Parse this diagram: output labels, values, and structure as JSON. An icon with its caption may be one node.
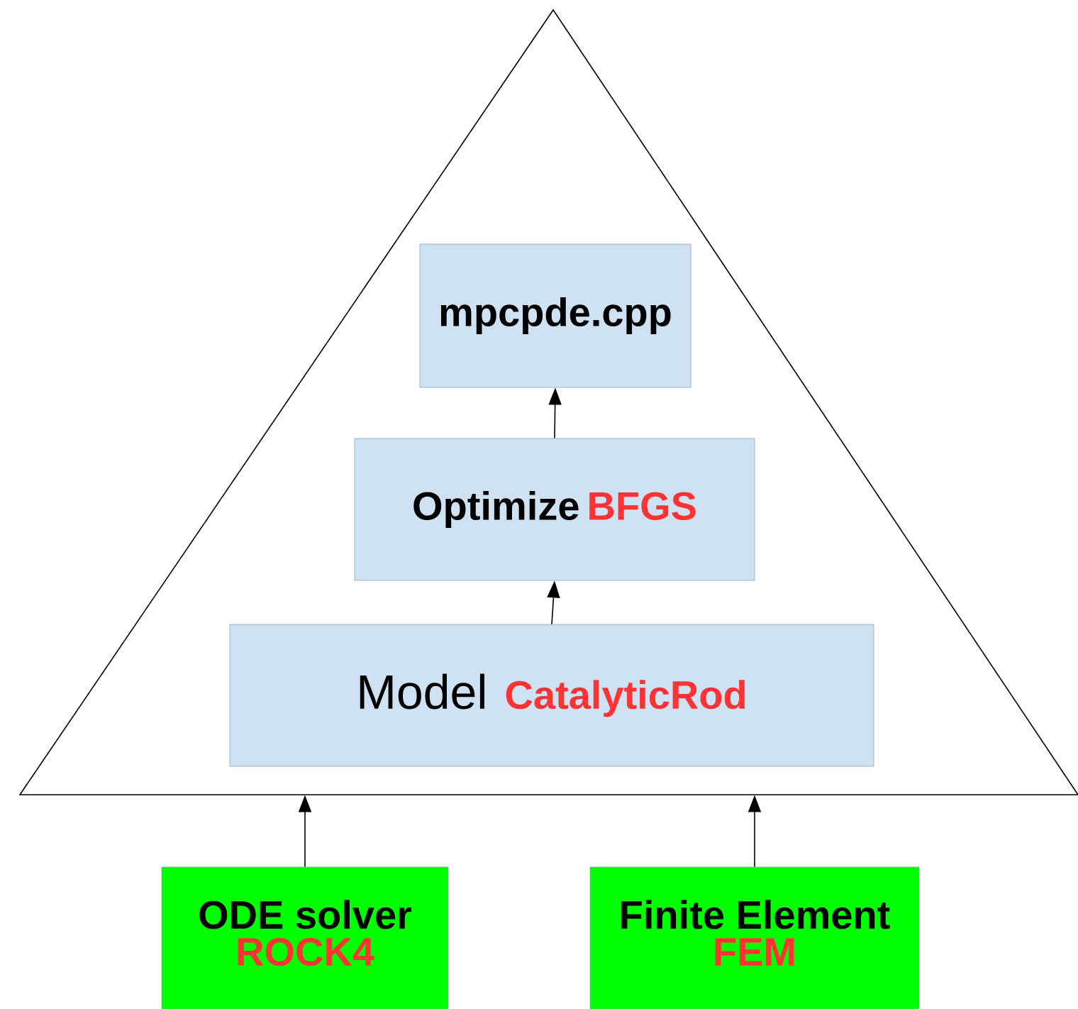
{
  "diagram": {
    "nodes": [
      {
        "text": [],
        "shape": "triangle"
      },
      {
        "text": [
          "mpcpde.cpp"
        ],
        "in": 0
      },
      {
        "text": [
          "Optimize",
          "BFGS"
        ],
        "in": 0
      },
      {
        "text": [
          "Model",
          "CatalyticRod"
        ],
        "in": 0
      },
      {
        "text": [
          "ODE solver",
          "ROCK4"
        ]
      },
      {
        "text": [
          "Finite Element",
          "FEM"
        ]
      }
    ],
    "edges": [
      {
        "from": 2,
        "to": 1,
        "arrow": "to"
      },
      {
        "from": 3,
        "to": 2,
        "arrow": "to"
      },
      {
        "from": 4,
        "to": 0,
        "arrow": "to"
      },
      {
        "from": 5,
        "to": 0,
        "arrow": "to"
      }
    ]
  }
}
